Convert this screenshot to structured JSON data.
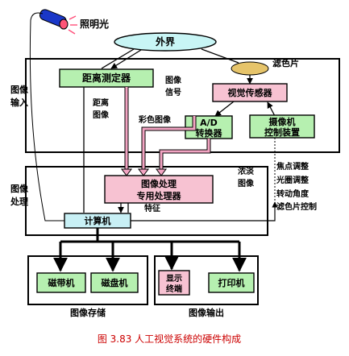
{
  "diagram": {
    "nodes": {
      "lighting": "照明光",
      "outside_world": "外界",
      "filter": "滤色片",
      "rangefinder": "距离测定器",
      "vision_sensor": "视觉传感器",
      "ad_converter_line1": "A/D",
      "ad_converter_line2": "转换器",
      "camera_control_line1": "摄像机",
      "camera_control_line2": "控制装置",
      "processor_line1": "图像处理",
      "processor_line2": "专用处理器",
      "computer": "计算机",
      "tape_drive": "磁带机",
      "disk_drive": "磁盘机",
      "display_line1": "显示",
      "display_line2": "终端",
      "printer": "打印机"
    },
    "sections": {
      "input_1": "图像",
      "input_2": "输入",
      "process_1": "图像",
      "process_2": "处理",
      "storage": "图像存储",
      "output": "图像输出"
    },
    "labels": {
      "distance_image_1": "距离",
      "distance_image_2": "图像",
      "image_signal_1": "图像",
      "image_signal_2": "信号",
      "color_image": "彩色图像",
      "gray_image_1": "浓淡",
      "gray_image_2": "图像",
      "feature": "特征",
      "ctrl_focus": "焦点调整",
      "ctrl_aperture": "光圈调整",
      "ctrl_angle": "转动角度",
      "ctrl_filter": "滤色片控制"
    },
    "caption": "图 3.83  人工视觉系统的硬件构成"
  }
}
